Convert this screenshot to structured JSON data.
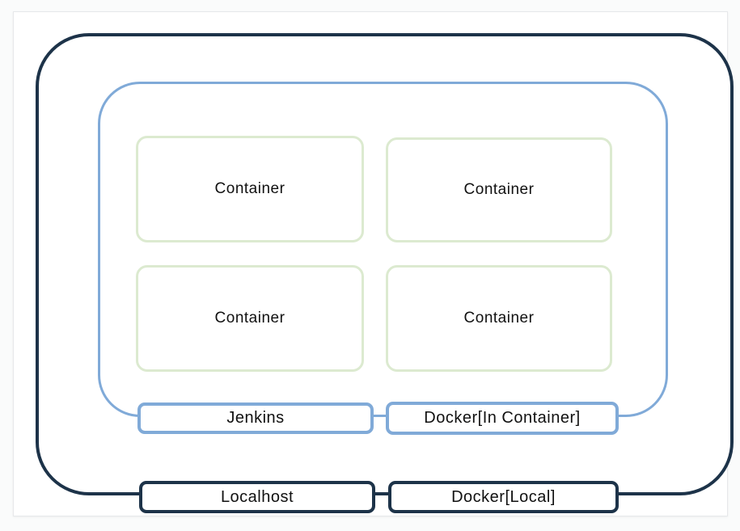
{
  "diagram": {
    "type": "nested-architecture-diagram",
    "outer_boundary": {
      "labels": [
        "Localhost",
        "Docker[Local]"
      ],
      "border_color": "#1d3349"
    },
    "inner_boundary": {
      "labels": [
        "Jenkins",
        "Docker[In Container]"
      ],
      "border_color": "#80aad8"
    },
    "containers": [
      {
        "label": "Container"
      },
      {
        "label": "Container"
      },
      {
        "label": "Container"
      },
      {
        "label": "Container"
      }
    ],
    "container_border_color": "#dcead0",
    "text_color": "#111111",
    "background_color": "#ffffff"
  }
}
